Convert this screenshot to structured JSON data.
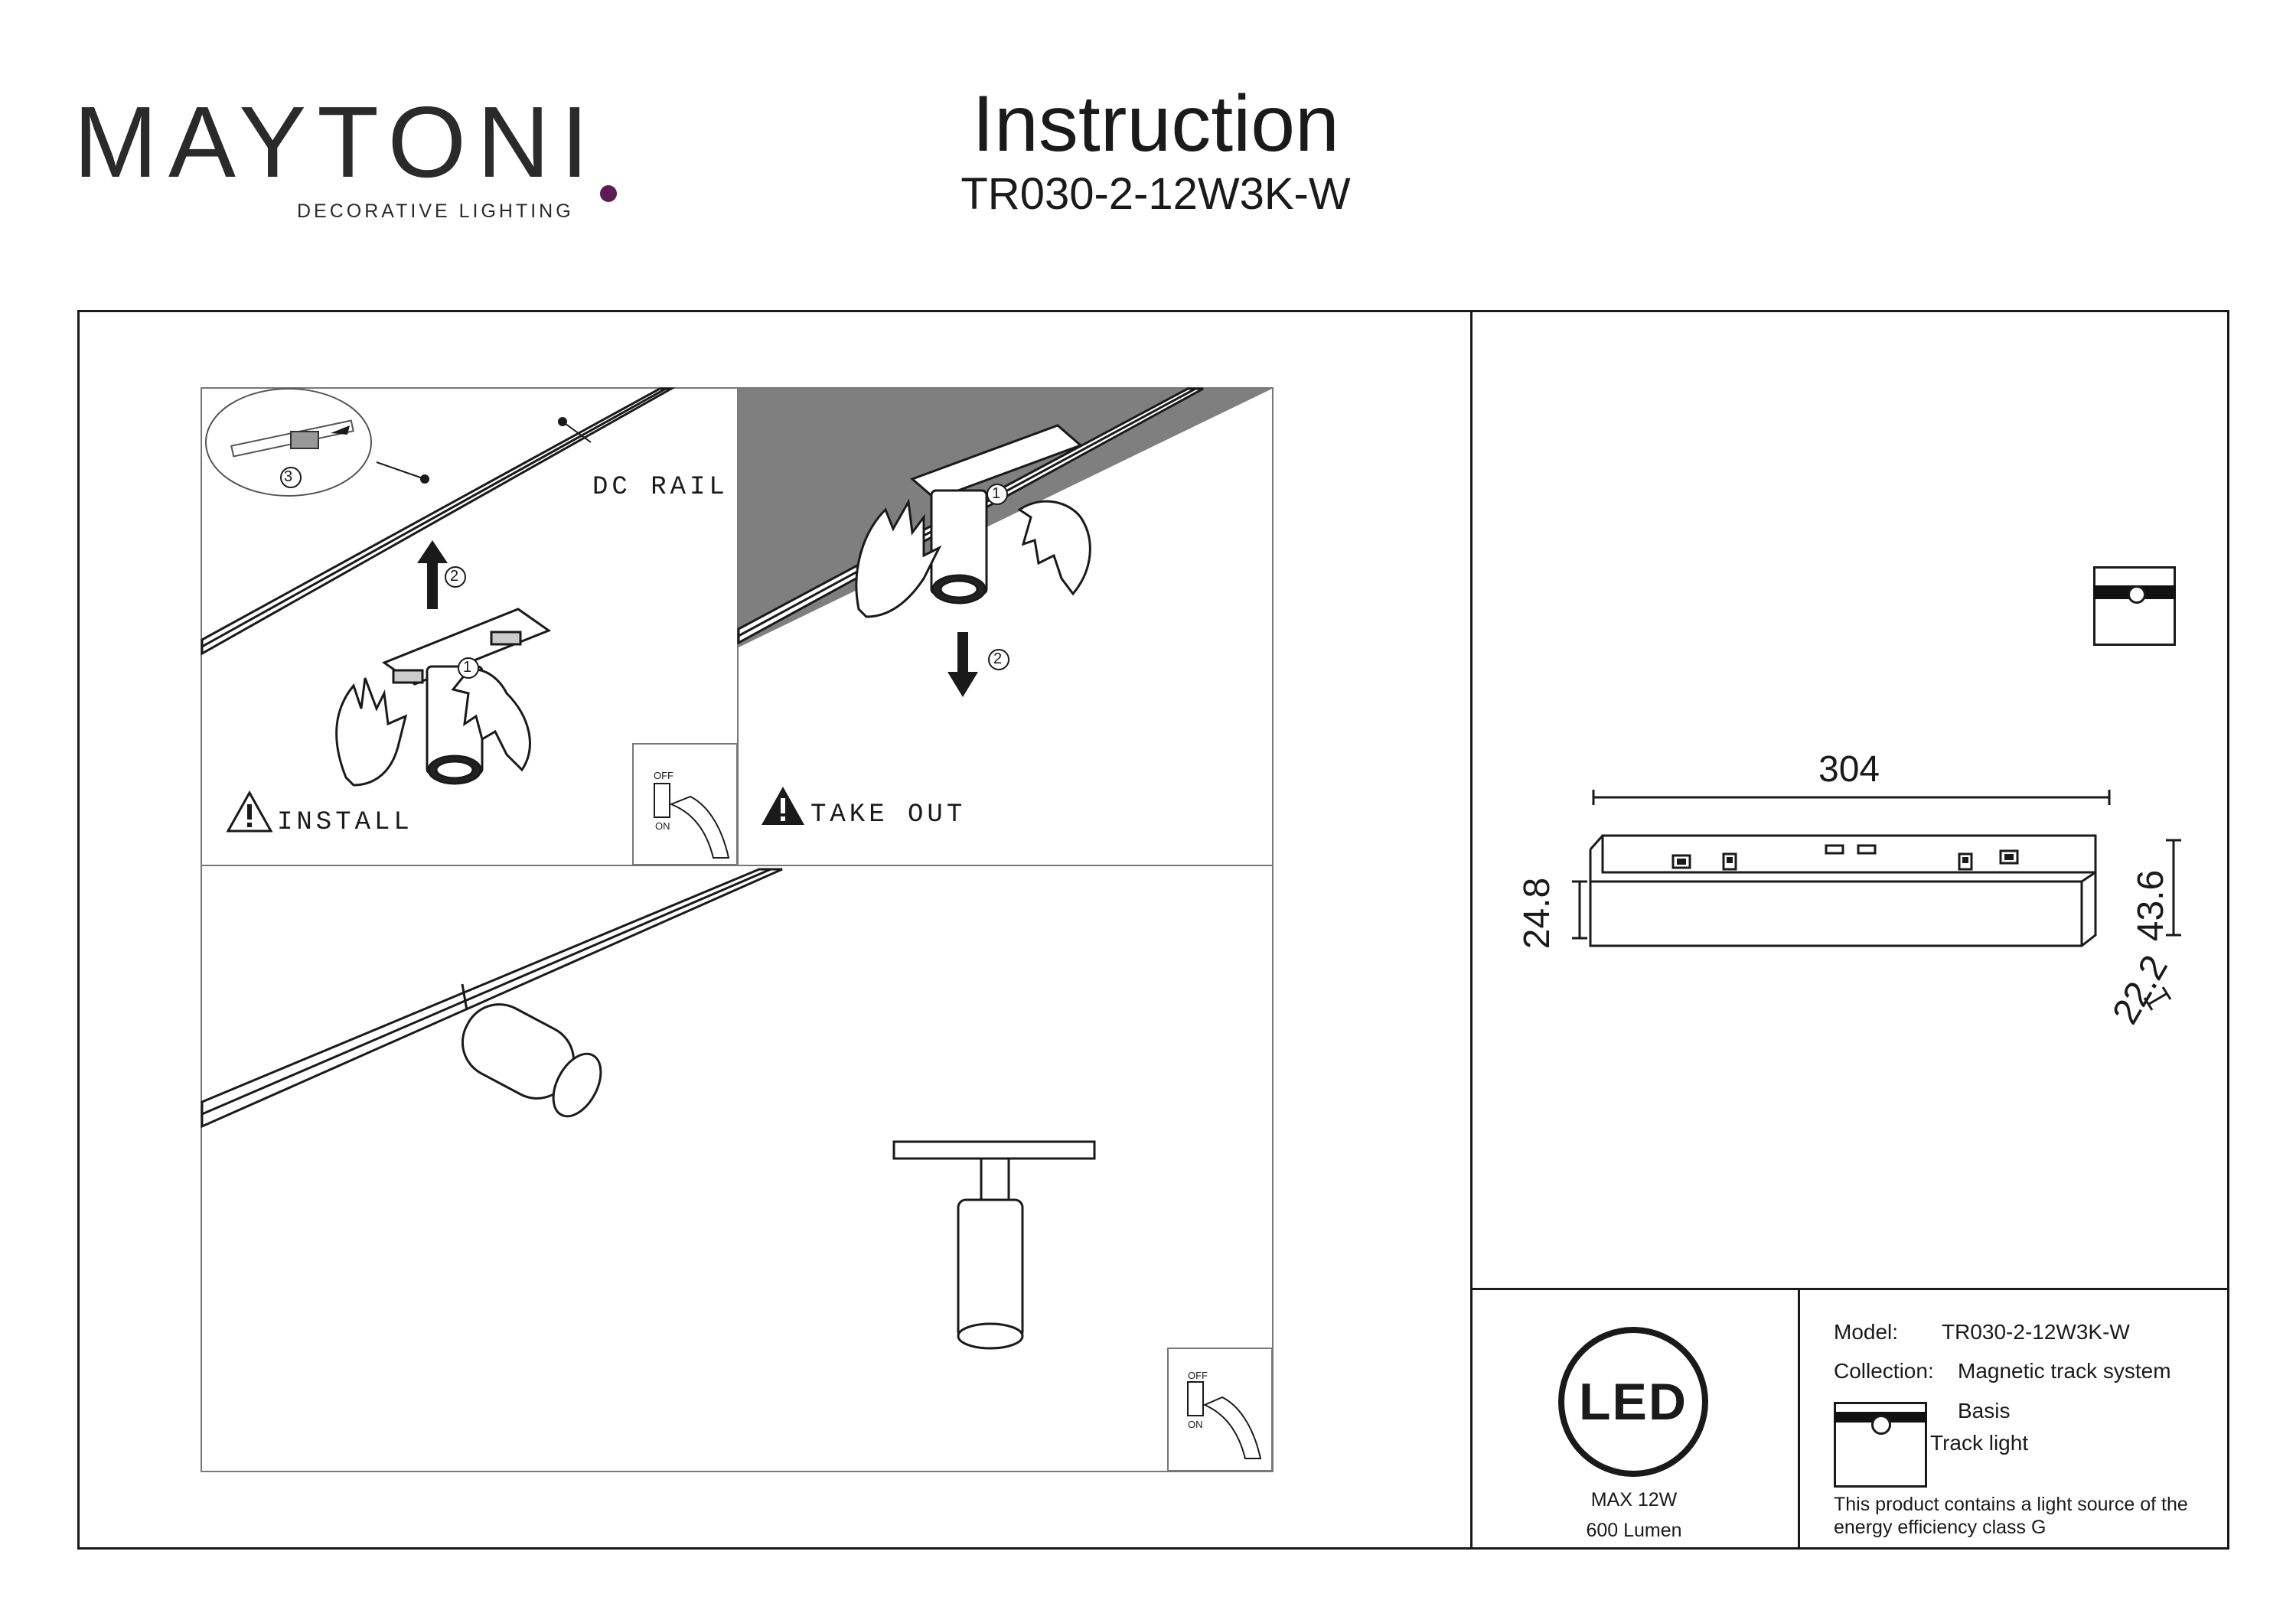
{
  "brand": {
    "name": "MAYTONI",
    "tagline": "DECORATIVE LIGHTING",
    "accent_color": "#5e1b54"
  },
  "header": {
    "title": "Instruction",
    "model": "TR030-2-12W3K-W"
  },
  "diagram": {
    "rail_label": "DC RAIL",
    "install_label": "INSTALL",
    "takeout_label": "TAKE OUT",
    "step_1": "1",
    "step_2": "2",
    "step_3": "3",
    "switch_off": "OFF",
    "switch_on": "ON",
    "warning_icon": "warning-triangle-icon",
    "hand_icon": "hand-icon",
    "arrow_up_icon": "arrow-up-icon",
    "arrow_down_icon": "arrow-down-icon"
  },
  "dimensions": {
    "length": "304",
    "body_height": "24.8",
    "total_height": "43.6",
    "width": "22.2"
  },
  "specs": {
    "led_label": "LED",
    "max_power": "MAX 12W",
    "lumen": "600 Lumen"
  },
  "product_info": {
    "model_label": "Model:",
    "model_value": "TR030-2-12W3K-W",
    "collection_label": "Collection:",
    "collection_value": "Magnetic track system",
    "series": "Basis",
    "type": "Track light",
    "efficiency_note": "This product contains a light source of the energy efficiency class G"
  }
}
